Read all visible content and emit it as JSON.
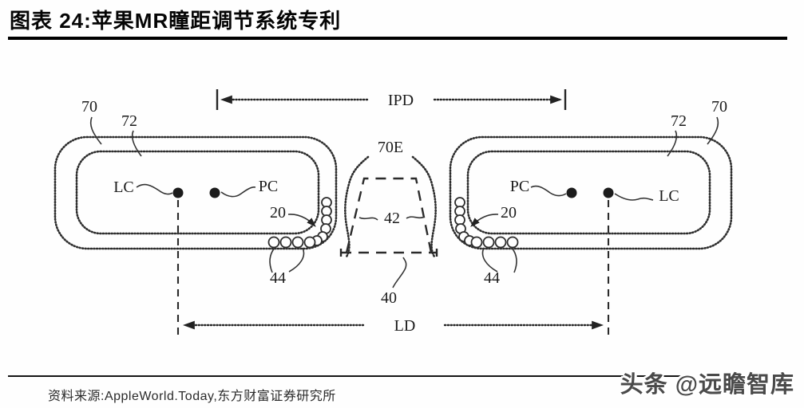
{
  "header": {
    "title": "图表 24:苹果MR瞳距调节系统专利"
  },
  "footer": {
    "source": "资料来源:AppleWorld.Today,东方财富证券研究所",
    "watermark": "头条 @远瞻智库"
  },
  "diagram": {
    "type": "patent-figure",
    "labels": {
      "ipd": "IPD",
      "ld": "LD",
      "bridge_edge": "70E",
      "guide": "42",
      "nose": "40",
      "left": {
        "outer": "70",
        "inner": "72",
        "lens_center": "LC",
        "pupil_center": "PC",
        "module": "20",
        "bearings": "44"
      },
      "right": {
        "outer": "70",
        "inner": "72",
        "lens_center": "LC",
        "pupil_center": "PC",
        "module": "20",
        "bearings": "44"
      }
    }
  }
}
